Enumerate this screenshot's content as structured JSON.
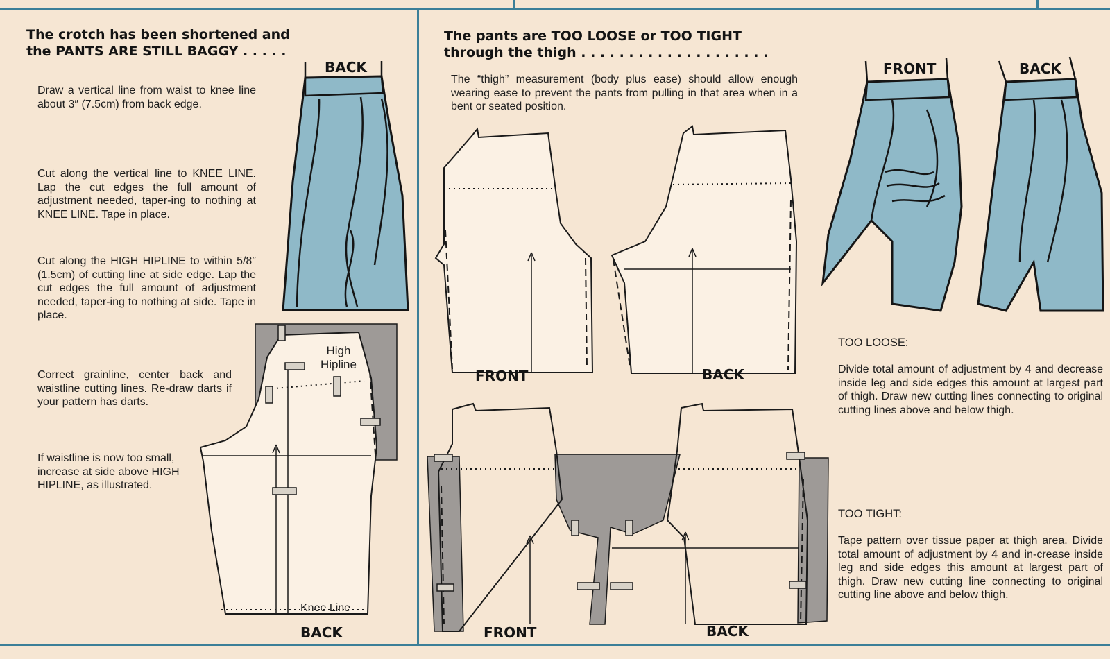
{
  "left_panel": {
    "heading_line1": "The crotch has been shortened and",
    "heading_line2": "the PANTS ARE STILL BAGGY . . . . .",
    "back_label_illustration": "BACK",
    "instruction_1": "Draw a vertical line from waist to knee line about 3″ (7.5cm) from back edge.",
    "instruction_2": "Cut along the vertical line to KNEE LINE. Lap the cut edges the full amount of adjustment needed, taper-ing to nothing at KNEE LINE. Tape in place.",
    "instruction_3": "Cut along the HIGH HIPLINE to within 5/8″ (1.5cm) of cutting line at side edge. Lap the cut edges the full amount of adjustment needed, taper-ing to nothing at side. Tape in place.",
    "instruction_4": "Correct grainline, center back and waistline cutting lines. Re-draw darts if your pattern has darts.",
    "instruction_5": "If waistline is now too small, increase at side above HIGH HIPLINE, as illustrated.",
    "high_hipline_label_1": "High",
    "high_hipline_label_2": "Hipline",
    "knee_line_label": "Knee Line",
    "back_label_pattern": "BACK"
  },
  "right_panel": {
    "heading_line1": "The pants are TOO LOOSE or TOO TIGHT",
    "heading_line2": "through the thigh . . . . . . . . . . . . . . . . . . . .",
    "intro": "The “thigh” measurement (body plus ease) should allow enough wearing ease to prevent the pants from pulling in that area when in a bent or seated position.",
    "front_label_illustration": "FRONT",
    "back_label_illustration": "BACK",
    "top_pattern_front_label": "FRONT",
    "top_pattern_back_label": "BACK",
    "bottom_pattern_front_label": "FRONT",
    "bottom_pattern_back_label": "BACK",
    "too_loose_title": "TOO LOOSE:",
    "too_loose_text": "Divide total amount of adjustment by 4 and decrease inside leg and side edges this amount at largest part of thigh. Draw new cutting lines connecting to original cutting lines above and below thigh.",
    "too_tight_title": "TOO TIGHT:",
    "too_tight_text": "Tape pattern over tissue paper at thigh area. Divide total amount of adjustment by 4 and in-crease inside leg and side edges this amount at largest part of thigh. Draw new cutting line connecting to original cutting line above and below thigh."
  },
  "colors": {
    "paper": "#f6e6d3",
    "frame_blue": "#3b7f98",
    "fabric_blue": "#8fb9c8",
    "tissue_gray": "#9e9a97"
  }
}
